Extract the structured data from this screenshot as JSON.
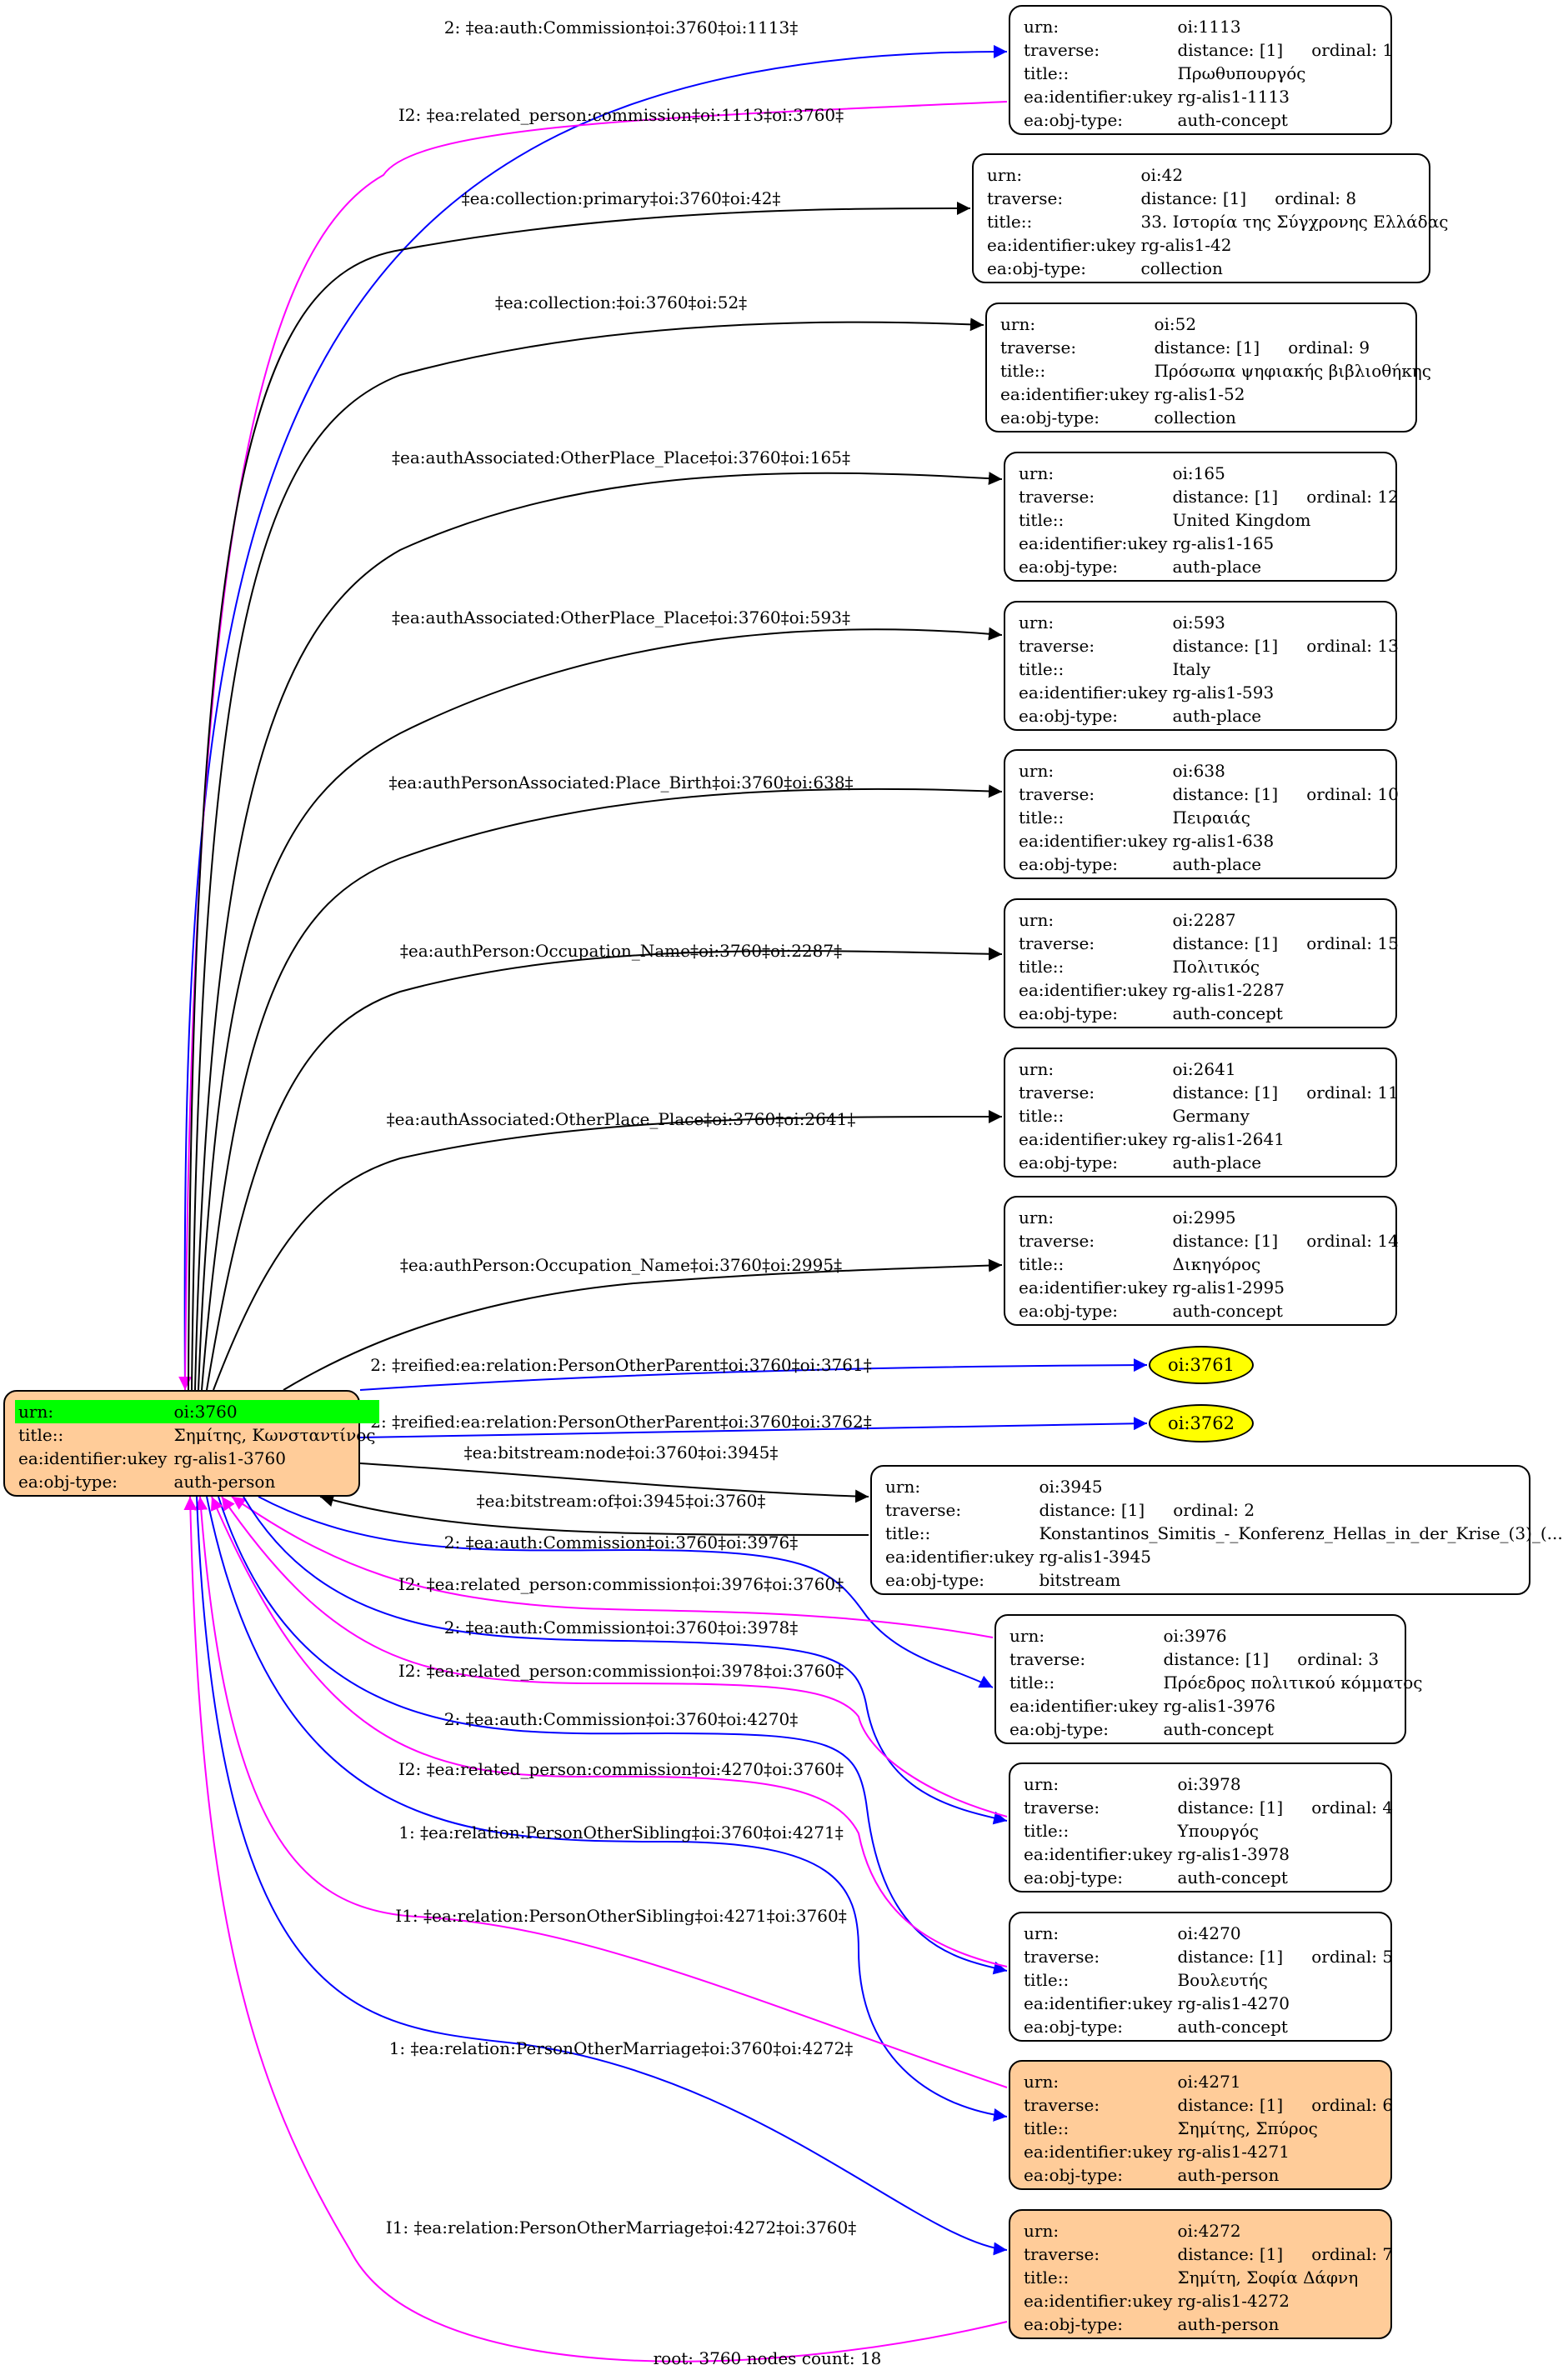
{
  "root": {
    "urn": "oi:3760",
    "title": "Σημίτης, Κωνσταντίνος",
    "ukey": "rg-alis1-3760",
    "type": "auth-person"
  },
  "labels": {
    "urn": "urn:",
    "traverse": "traverse:",
    "title": "title::",
    "ukey": "ea:identifier:ukey",
    "type": "ea:obj-type:"
  },
  "nodes": [
    {
      "urn": "oi:1113",
      "distance": "distance: [1]",
      "ordinal": "ordinal: 1",
      "title": "Πρωθυπουργός",
      "ukey": "rg-alis1-1113",
      "type": "auth-concept"
    },
    {
      "urn": "oi:42",
      "distance": "distance: [1]",
      "ordinal": "ordinal: 8",
      "title": "33. Ιστορία της Σύγχρονης Ελλάδας",
      "ukey": "rg-alis1-42",
      "type": "collection"
    },
    {
      "urn": "oi:52",
      "distance": "distance: [1]",
      "ordinal": "ordinal: 9",
      "title": "Πρόσωπα ψηφιακής βιβλιοθήκης",
      "ukey": "rg-alis1-52",
      "type": "collection"
    },
    {
      "urn": "oi:165",
      "distance": "distance: [1]",
      "ordinal": "ordinal: 12",
      "title": "United Kingdom",
      "ukey": "rg-alis1-165",
      "type": "auth-place"
    },
    {
      "urn": "oi:593",
      "distance": "distance: [1]",
      "ordinal": "ordinal: 13",
      "title": "Italy",
      "ukey": "rg-alis1-593",
      "type": "auth-place"
    },
    {
      "urn": "oi:638",
      "distance": "distance: [1]",
      "ordinal": "ordinal: 10",
      "title": "Πειραιάς",
      "ukey": "rg-alis1-638",
      "type": "auth-place"
    },
    {
      "urn": "oi:2287",
      "distance": "distance: [1]",
      "ordinal": "ordinal: 15",
      "title": "Πολιτικός",
      "ukey": "rg-alis1-2287",
      "type": "auth-concept"
    },
    {
      "urn": "oi:2641",
      "distance": "distance: [1]",
      "ordinal": "ordinal: 11",
      "title": "Germany",
      "ukey": "rg-alis1-2641",
      "type": "auth-place"
    },
    {
      "urn": "oi:2995",
      "distance": "distance: [1]",
      "ordinal": "ordinal: 14",
      "title": "Δικηγόρος",
      "ukey": "rg-alis1-2995",
      "type": "auth-concept"
    },
    {
      "urn": "oi:3945",
      "distance": "distance: [1]",
      "ordinal": "ordinal: 2",
      "title": "Konstantinos_Simitis_-_Konferenz_Hellas_in_der_Krise_(3)_(...",
      "ukey": "rg-alis1-3945",
      "type": "bitstream"
    },
    {
      "urn": "oi:3976",
      "distance": "distance: [1]",
      "ordinal": "ordinal: 3",
      "title": "Πρόεδρος πολιτικού κόμματος",
      "ukey": "rg-alis1-3976",
      "type": "auth-concept"
    },
    {
      "urn": "oi:3978",
      "distance": "distance: [1]",
      "ordinal": "ordinal: 4",
      "title": "Υπουργός",
      "ukey": "rg-alis1-3978",
      "type": "auth-concept"
    },
    {
      "urn": "oi:4270",
      "distance": "distance: [1]",
      "ordinal": "ordinal: 5",
      "title": "Βουλευτής",
      "ukey": "rg-alis1-4270",
      "type": "auth-concept"
    },
    {
      "urn": "oi:4271",
      "distance": "distance: [1]",
      "ordinal": "ordinal: 6",
      "title": "Σημίτης, Σπύρος",
      "ukey": "rg-alis1-4271",
      "type": "auth-person"
    },
    {
      "urn": "oi:4272",
      "distance": "distance: [1]",
      "ordinal": "ordinal: 7",
      "title": "Σημίτη, Σοφία Δάφνη",
      "ukey": "rg-alis1-4272",
      "type": "auth-person"
    }
  ],
  "ellipses": [
    {
      "label": "oi:3761"
    },
    {
      "label": "oi:3762"
    }
  ],
  "edges": [
    {
      "label": "2: ‡ea:auth:Commission‡oi:3760‡oi:1113‡",
      "color": "#0000ff"
    },
    {
      "label": "I2: ‡ea:related_person:commission‡oi:1113‡oi:3760‡",
      "color": "#ff00ff"
    },
    {
      "label": "‡ea:collection:primary‡oi:3760‡oi:42‡",
      "color": "#000000"
    },
    {
      "label": "‡ea:collection:‡oi:3760‡oi:52‡",
      "color": "#000000"
    },
    {
      "label": "‡ea:authAssociated:OtherPlace_Place‡oi:3760‡oi:165‡",
      "color": "#000000"
    },
    {
      "label": "‡ea:authAssociated:OtherPlace_Place‡oi:3760‡oi:593‡",
      "color": "#000000"
    },
    {
      "label": "‡ea:authPersonAssociated:Place_Birth‡oi:3760‡oi:638‡",
      "color": "#000000"
    },
    {
      "label": "‡ea:authPerson:Occupation_Name‡oi:3760‡oi:2287‡",
      "color": "#000000"
    },
    {
      "label": "‡ea:authAssociated:OtherPlace_Place‡oi:3760‡oi:2641‡",
      "color": "#000000"
    },
    {
      "label": "‡ea:authPerson:Occupation_Name‡oi:3760‡oi:2995‡",
      "color": "#000000"
    },
    {
      "label": "2: ‡reified:ea:relation:PersonOtherParent‡oi:3760‡oi:3761‡",
      "color": "#0000ff"
    },
    {
      "label": "2: ‡reified:ea:relation:PersonOtherParent‡oi:3760‡oi:3762‡",
      "color": "#0000ff"
    },
    {
      "label": "‡ea:bitstream:node‡oi:3760‡oi:3945‡",
      "color": "#000000"
    },
    {
      "label": "‡ea:bitstream:of‡oi:3945‡oi:3760‡",
      "color": "#000000"
    },
    {
      "label": "2: ‡ea:auth:Commission‡oi:3760‡oi:3976‡",
      "color": "#0000ff"
    },
    {
      "label": "I2: ‡ea:related_person:commission‡oi:3976‡oi:3760‡",
      "color": "#ff00ff"
    },
    {
      "label": "2: ‡ea:auth:Commission‡oi:3760‡oi:3978‡",
      "color": "#0000ff"
    },
    {
      "label": "I2: ‡ea:related_person:commission‡oi:3978‡oi:3760‡",
      "color": "#ff00ff"
    },
    {
      "label": "2: ‡ea:auth:Commission‡oi:3760‡oi:4270‡",
      "color": "#0000ff"
    },
    {
      "label": "I2: ‡ea:related_person:commission‡oi:4270‡oi:3760‡",
      "color": "#ff00ff"
    },
    {
      "label": "1: ‡ea:relation:PersonOtherSibling‡oi:3760‡oi:4271‡",
      "color": "#0000ff"
    },
    {
      "label": "I1: ‡ea:relation:PersonOtherSibling‡oi:4271‡oi:3760‡",
      "color": "#ff00ff"
    },
    {
      "label": "1: ‡ea:relation:PersonOtherMarriage‡oi:3760‡oi:4272‡",
      "color": "#0000ff"
    },
    {
      "label": "I1: ‡ea:relation:PersonOtherMarriage‡oi:4272‡oi:3760‡",
      "color": "#ff00ff"
    }
  ],
  "footer": "root: 3760 nodes count: 18"
}
